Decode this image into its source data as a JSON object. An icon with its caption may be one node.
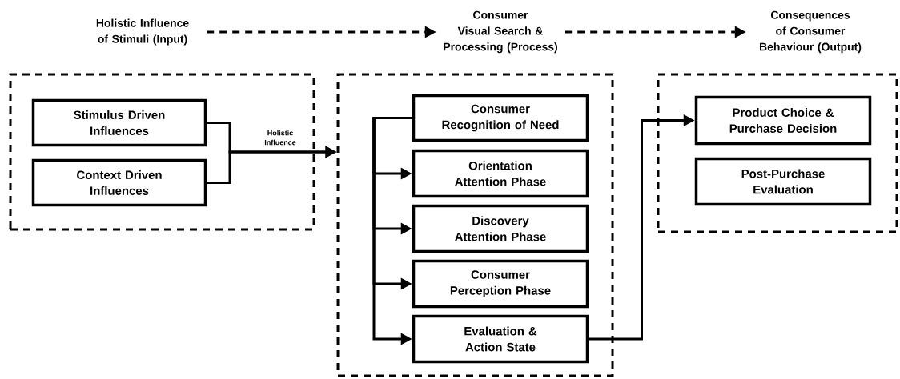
{
  "diagram": {
    "nodes": [
      {
        "text": [
          "Holistic Influence of Stimuli (Input)"
        ]
      },
      {
        "text": [
          "Consumer Visual Search & Processing (Process)"
        ]
      },
      {
        "text": [
          "Consequences of Consumer Behaviour (Output)"
        ]
      },
      {
        "text": [],
        "shape": "box"
      },
      {
        "text": [
          "Stimulus Driven Influences"
        ],
        "in": 3
      },
      {
        "text": [
          "Context Driven Influences"
        ],
        "in": 3
      },
      {
        "text": [],
        "shape": "box"
      },
      {
        "text": [
          "Consumer Recognition of Need"
        ],
        "in": 6
      },
      {
        "text": [
          "Orientation Attention Phase"
        ],
        "in": 6
      },
      {
        "text": [
          "Discovery Attention Phase"
        ],
        "in": 6
      },
      {
        "text": [
          "Consumer Perception Phase"
        ],
        "in": 6
      },
      {
        "text": [
          "Evaluation & Action State"
        ],
        "in": 6
      },
      {
        "text": [],
        "shape": "box"
      },
      {
        "text": [
          "Product Choice & Purchase Decision"
        ],
        "in": 12
      },
      {
        "text": [
          "Post-Purchase Evaluation"
        ],
        "in": 12
      }
    ],
    "edges": [
      {
        "from": 0,
        "to": 1,
        "arrow": "to",
        "style": "dashed"
      },
      {
        "from": 1,
        "to": 2,
        "arrow": "to",
        "style": "dashed"
      },
      {
        "from": 4,
        "to": 6,
        "arrow": "to",
        "label": "Holistic Influence"
      },
      {
        "from": 5,
        "to": 6,
        "arrow": "to"
      },
      {
        "from": 7,
        "to": 8,
        "arrow": "to"
      },
      {
        "from": 7,
        "to": 9,
        "arrow": "to"
      },
      {
        "from": 7,
        "to": 10,
        "arrow": "to"
      },
      {
        "from": 7,
        "to": 11,
        "arrow": "to"
      },
      {
        "from": 11,
        "to": 13,
        "arrow": "to"
      }
    ]
  }
}
